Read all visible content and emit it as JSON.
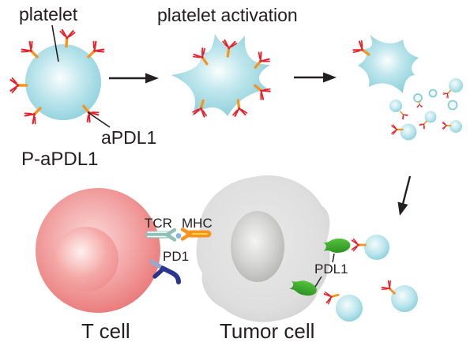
{
  "figure": {
    "description": "Mechanism diagram: platelet carrying aPDL1 antibodies (P-aPDL1) is activated, releases antibody-bearing microparticles that bind PDL1 on a tumor cell, while the T cell engages the tumor cell via TCR-MHC with PD1 shown unbound"
  },
  "labels": {
    "platelet": "platelet",
    "activation": "platelet activation",
    "apdl1": "aPDL1",
    "p_apdl1": "P-aPDL1",
    "tcr": "TCR",
    "mhc": "MHC",
    "pd1": "PD1",
    "pdl1": "PDL1",
    "t_cell": "T cell",
    "tumor_cell": "Tumor cell"
  },
  "icons": {
    "antibody": "Y-shaped aPDL1 antibody, red arms with orange stem",
    "platelet": "light blue sphere",
    "activated_platelet": "light blue spiky splat",
    "microparticle": "small light blue vesicle",
    "pdl1_ligand": "green club/fish shape on tumor membrane",
    "pd1_receptor": "dark blue Y receptor on T cell",
    "tcr_mhc": "teal TCR clasping orange MHC with blue peptide dot",
    "arrow": "black process arrow"
  },
  "colors": {
    "text": "#231f20",
    "arrow": "#231f20",
    "platelet_edge": "#8bd0dc",
    "platelet_mid": "#b9e5ec",
    "platelet_highlight": "#f7fdfd",
    "antibody_red": "#e8212b",
    "antibody_orange": "#f7941d",
    "tcell_body": "#ef8a8a",
    "tcell_edge": "#e97272",
    "tumor_body": "#dcdcdc",
    "tumor_nucleus": "#b5b5b5",
    "pdl1_green": "#3aaf2c",
    "pd1_navy": "#2b3690",
    "pd1_light_arm": "#9aa8cf",
    "tcr_teal": "#8fc0b8",
    "mhc_orange": "#f7941d",
    "peptide_dot": "#85b4e6"
  }
}
